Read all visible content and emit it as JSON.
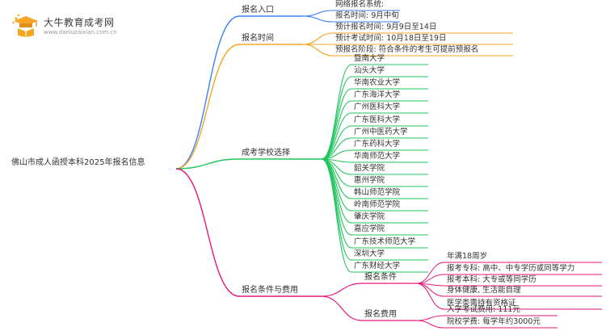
{
  "logo": {
    "brand": "大牛教育成考网",
    "domain": "www.daniuzaixian.com.cn",
    "icon": "graduation-cap-book-icon"
  },
  "mindmap": {
    "root": "佛山市成人函授本科2025年报名信息",
    "branches": [
      {
        "key": "entry",
        "title": "报名入口",
        "color": "#3b82f6",
        "leaves": [
          "网络报名系统:",
          "报名时间: 9月中旬"
        ]
      },
      {
        "key": "time",
        "title": "报名时间",
        "color": "#f5a623",
        "leaves": [
          "预计报名时间: 9月9日至14日",
          "预计考试时间: 10月18日至19日",
          "预报名阶段: 符合条件的考生可提前预报名"
        ]
      },
      {
        "key": "schools",
        "title": "成考学校选择",
        "color": "#22c55e",
        "leaves": [
          "暨南大学",
          "汕头大学",
          "华南农业大学",
          "广东海洋大学",
          "广州医科大学",
          "广东医科大学",
          "广州中医药大学",
          "广东药科大学",
          "华南师范大学",
          "韶关学院",
          "惠州学院",
          "韩山师范学院",
          "岭南师范学院",
          "肇庆学院",
          "嘉应学院",
          "广东技术师范大学",
          "深圳大学",
          "广东财经大学"
        ]
      },
      {
        "key": "conditions",
        "title": "报名条件与费用",
        "color": "#e6177a",
        "subbranches": [
          {
            "key": "req",
            "title": "报名条件",
            "leaves": [
              "年满18周岁",
              "报考专科: 高中、中专学历或同等学力",
              "报考本科: 大专或等同学历",
              "身体健康, 生活能自理",
              "医学类需持有资格证"
            ]
          },
          {
            "key": "fee",
            "title": "报名费用",
            "leaves": [
              "入学考试费用: 111元",
              "院校学费: 每学年约3000元"
            ]
          }
        ]
      }
    ]
  }
}
